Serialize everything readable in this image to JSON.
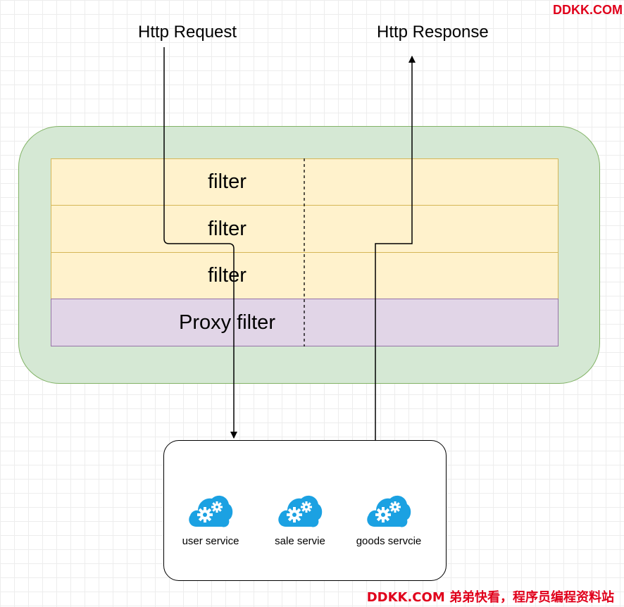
{
  "watermark": {
    "top": "DDKK.COM",
    "bottom": "DDKK.COM 弟弟快看，程序员编程资料站"
  },
  "endpoints": {
    "request": "Http Request",
    "response": "Http Response"
  },
  "gateway": {
    "layers": [
      {
        "label": "filter"
      },
      {
        "label": "filter"
      },
      {
        "label": "filter"
      },
      {
        "label": "Proxy filter"
      }
    ]
  },
  "services": [
    {
      "label": "user service",
      "icon": "cloud-gears-icon"
    },
    {
      "label": "sale servie",
      "icon": "cloud-gears-icon"
    },
    {
      "label": "goods servcie",
      "icon": "cloud-gears-icon"
    }
  ],
  "colors": {
    "gateway_fill": "#d5e8d4",
    "gateway_border": "#82b366",
    "filter_fill": "#fff2cc",
    "filter_border": "#d6b656",
    "proxy_fill": "#e1d5e7",
    "proxy_border": "#9673a6",
    "cloud_icon": "#1ba1e2",
    "watermark": "#e0001b"
  }
}
